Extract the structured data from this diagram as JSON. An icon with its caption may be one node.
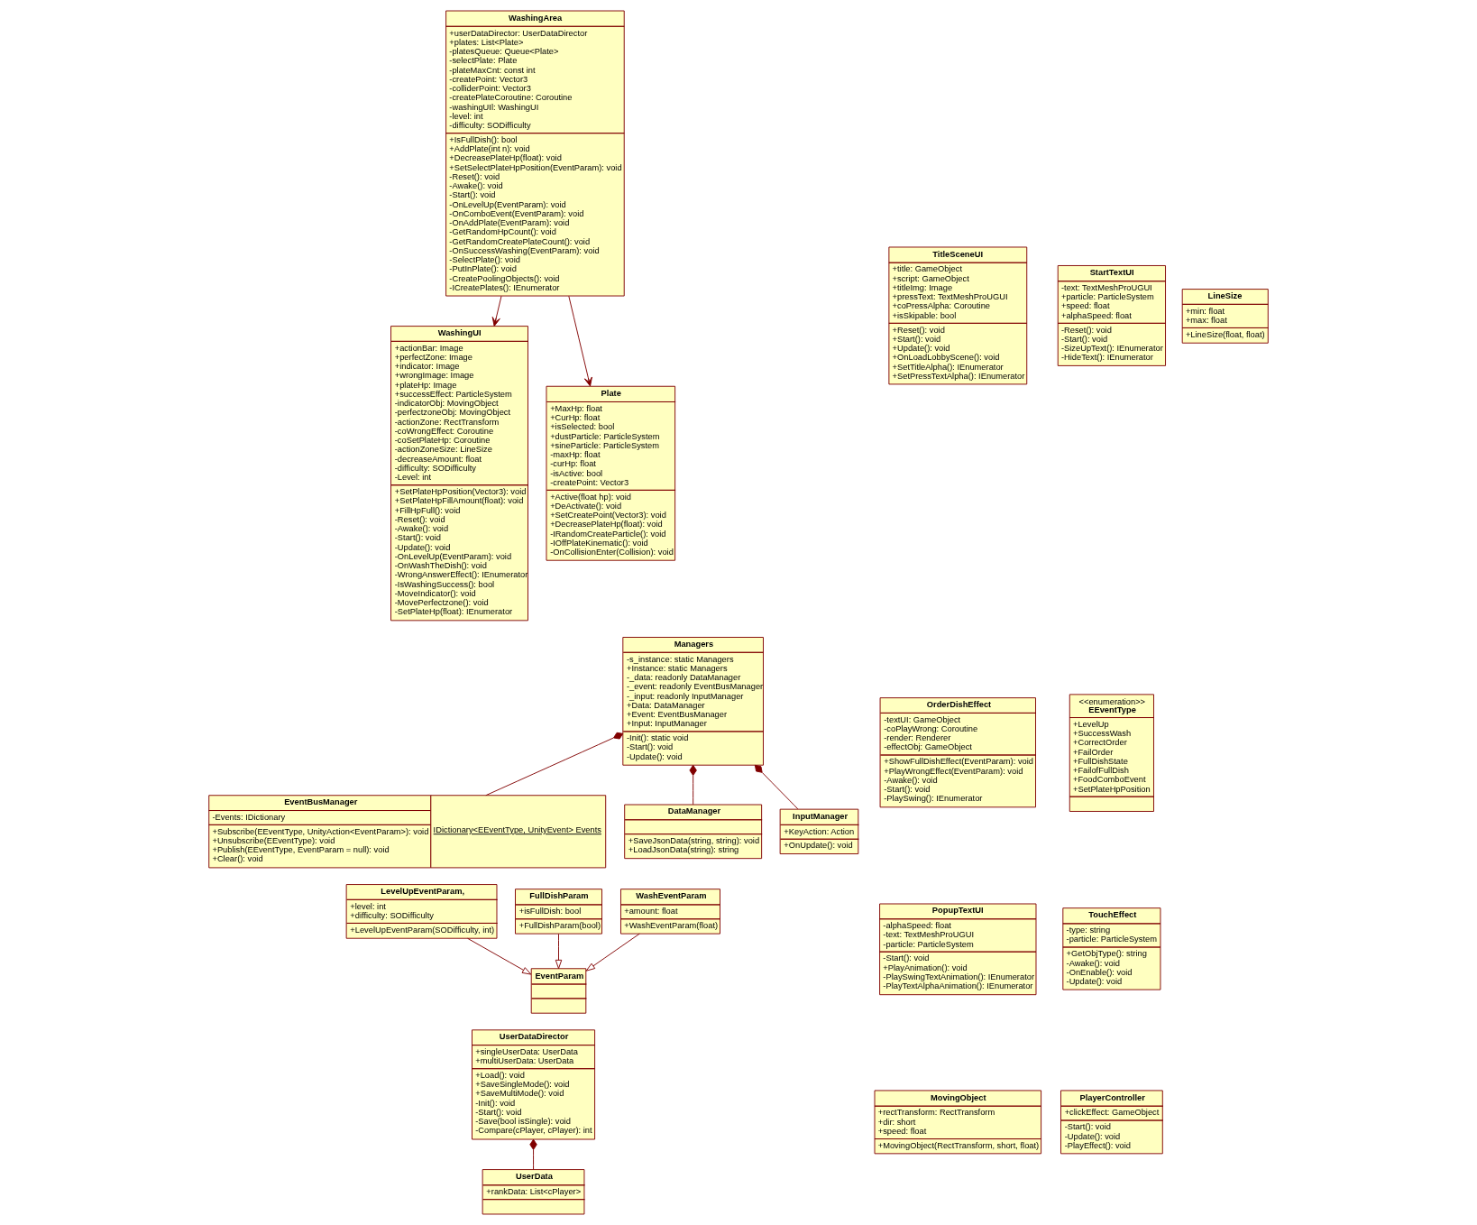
{
  "diagram": {
    "nodes": [
      {
        "text": [
          "WashingArea",
          "+userDataDirector: UserDataDirector",
          "+plates: List<Plate>",
          "-platesQueue: Queue<Plate>",
          "-selectPlate: Plate",
          "-plateMaxCnt: const int",
          "-createPoint: Vector3",
          "-colliderPoint: Vector3",
          "-createPlateCoroutine: Coroutine",
          "-washingUIl: WashingUI",
          "-level: int",
          "-difficulty: SODifficulty",
          "+IsFullDish(): bool",
          "+AddPlate(int n): void",
          "+DecreasePlateHp(float): void",
          "+SetSelectPlateHpPosition(EventParam): void",
          "-Reset(): void",
          "-Awake(): void",
          "-Start(): void",
          "-OnLevelUp(EventParam): void",
          "-OnComboEvent(EventParam): void",
          "-OnAddPlate(EventParam): void",
          "-GetRandomHpCount(): void",
          "-GetRandomCreatePlateCount(): void",
          "-OnSuccessWashing(EventParam): void",
          "-SelectPlate(): void",
          "-PutInPlate(): void",
          "-CreatePoolingObjects(): void",
          "-ICreatePlates(): IEnumerator"
        ]
      },
      {
        "text": [
          "WashingUI",
          "+actionBar: Image",
          "+perfectZone: Image",
          "+indicator: Image",
          "+wrongImage: Image",
          "+plateHp: Image",
          "+successEffect: ParticleSystem",
          "-indicatorObj: MovingObject",
          "-perfectzoneObj: MovingObject",
          "-actionZone: RectTransform",
          "-coWrongEffect: Coroutine",
          "-coSetPlateHp: Coroutine",
          "-actionZoneSize: LineSize",
          "-decreaseAmount: float",
          "-difficulty: SODifficulty",
          "-Level: int",
          "+SetPlateHpPosition(Vector3): void",
          "+SetPlateHpFillAmount(float): void",
          "+FillHpFull(): void",
          "-Reset(): void",
          "-Awake(): void",
          "-Start(): void",
          "-Update(): void",
          "-OnLevelUp(EventParam): void",
          "-OnWashTheDish(): void",
          "-WrongAnswerEffect(): IEnumerator",
          "-IsWashingSuccess(): bool",
          "-MoveIndicator(): void",
          "-MovePerfectzone(): void",
          "-SetPlateHp(float): IEnumerator"
        ]
      },
      {
        "text": [
          "Plate",
          "+MaxHp: float",
          "+CurHp: float",
          "+isSelected: bool",
          "+dustParticle: ParticleSystem",
          "+sineParticle: ParticleSystem",
          "-maxHp: float",
          "-curHp: float",
          "-isActive: bool",
          "-createPoint: Vector3",
          "+Active(float hp): void",
          "+DeActivate(): void",
          "+SetCreatePoint(Vector3): void",
          "+DecreasePlateHp(float): void",
          "-IRandomCreateParticle(): void",
          "-IOffPlateKinematic(): void",
          "-OnCollisionEnter(Collision): void"
        ]
      },
      {
        "text": [
          "Managers",
          "-s_instance: static Managers",
          "+Instance: static Managers",
          "-_data: readonly DataManager",
          "-_event: readonly EventBusManager",
          "-_input: readonly InputManager",
          "+Data: DataManager",
          "+Event: EventBusManager",
          "+Input: InputManager",
          "-Init(): static void",
          "-Start(): void",
          "-Update(): void"
        ]
      },
      {
        "text": [
          "LineSize",
          "+min: float",
          "+max: float",
          "+LineSize(float, float)"
        ]
      },
      {
        "text": [
          "MovingObject",
          "+rectTransform: RectTransform",
          "+dir: short",
          "+speed: float",
          "+MovingObject(RectTransform, short, float)"
        ]
      },
      {
        "text": [
          "EventBusManager",
          "-Events: IDictionary",
          "+Subscribe(EEventType, UnityAction<EventParam>): void",
          "+Unsubscribe(EEventType): void",
          "+Publish(EEventType, EventParam = null): void",
          "+Clear(): void"
        ],
        "beside": [
          "IDictionary<EEventType, UnityEvent> Events"
        ]
      },
      {
        "text": [
          "DataManager",
          "+SaveJsonData(string, string): void",
          "+LoadJsonData(string): string"
        ]
      },
      {
        "text": [
          "InputManager",
          "+KeyAction: Action",
          "+OnUpdate(): void"
        ]
      },
      {
        "text": [
          "<<enumeration>>",
          "EEventType",
          "+LevelUp",
          "+SuccessWash",
          "+CorrectOrder",
          "+FailOrder",
          "+FullDishState",
          "+FailofFullDish",
          "+FoodComboEvent",
          "+SetPlateHpPosition"
        ]
      },
      {
        "text": [
          "EventParam"
        ]
      },
      {
        "text": [
          "LevelUpEventParam,",
          "+level: int",
          "+difficulty: SODifficulty",
          "+LevelUpEventParam(SODifficulty, int)"
        ]
      },
      {
        "text": [
          "FullDishParam",
          "+isFullDish: bool",
          "+FullDishParam(bool)"
        ]
      },
      {
        "text": [
          "WashEventParam",
          "+amount: float",
          "+WashEventParam(float)"
        ]
      },
      {
        "text": [
          "PlayerController",
          "+clickEffect: GameObject",
          "-Start(): void",
          "-Update(): void",
          "-PlayEffect(): void"
        ]
      },
      {
        "text": [
          "TouchEffect",
          "-type: string",
          "-particle: ParticleSystem",
          "+GetObjType(): string",
          "-Awake(): void",
          "-OnEnable(): void",
          "-Update(): void"
        ]
      },
      {
        "text": [
          "UserDataDirector",
          "+singleUserData: UserData",
          "+multiUserData: UserData",
          "+Load(): void",
          "+SaveSingleMode(): void",
          "+SaveMultiMode(): void",
          "-Init(): void",
          "-Start(): void",
          "-Save(bool isSingle): void",
          "-Compare(cPlayer, cPlayer): int"
        ]
      },
      {
        "text": [
          "UserData",
          "+rankData: List<cPlayer>"
        ]
      },
      {
        "text": [
          "OrderDishEffect",
          "-textUI: GameObject",
          "-coPlayWrong: Coroutine",
          "-render: Renderer",
          "-effectObj: GameObject",
          "+ShowFullDishEffect(EventParam): void",
          "+PlayWrongEffect(EventParam): void",
          "-Awake(): void",
          "-Start(): void",
          "-PlaySwing(): IEnumerator"
        ]
      },
      {
        "text": [
          "PopupTextUI",
          "-alphaSpeed: float",
          "-text: TextMeshProUGUI",
          "-particle: ParticleSystem",
          "-Start(): void",
          "+PlayAnimation(): void",
          "-PlaySwingTextAnimation(): IEnumerator",
          "-PlayTextAlphaAnimation(): IEnumerator"
        ]
      },
      {
        "text": [
          "StartTextUI",
          "-text: TextMeshProUGUI",
          "+particle: ParticleSystem",
          "+speed: float",
          "+alphaSpeed: float",
          "-Reset(): void",
          "-Start(): void",
          "-SizeUpText(): IEnumerator",
          "-HideText(): IEnumerator"
        ]
      },
      {
        "text": [
          "TitleSceneUI",
          "+title: GameObject",
          "+script: GameObject",
          "+titleImg: Image",
          "+pressText: TextMeshProUGUI",
          "+coPressAlpha: Coroutine",
          "+isSkipable: bool",
          "+Reset(): void",
          "+Start(): void",
          "+Update(): void",
          "+OnLoadLobbyScene(): void",
          "+SetTitleAlpha(): IEnumerator",
          "+SetPressTextAlpha(): IEnumerator"
        ]
      }
    ],
    "edges": [
      {
        "from": 0,
        "to": 1,
        "arrow": "to"
      },
      {
        "from": 0,
        "to": 2,
        "arrow": "to"
      },
      {
        "from": 3,
        "to": 6,
        "arrow": "other"
      },
      {
        "from": 3,
        "to": 7,
        "arrow": "other"
      },
      {
        "from": 3,
        "to": 8,
        "arrow": "other"
      },
      {
        "from": 11,
        "to": 10,
        "arrow": "to"
      },
      {
        "from": 13,
        "to": 10,
        "arrow": "to"
      },
      {
        "from": 12,
        "to": 10,
        "arrow": "to"
      },
      {
        "from": 16,
        "to": 17,
        "arrow": "other"
      }
    ]
  }
}
